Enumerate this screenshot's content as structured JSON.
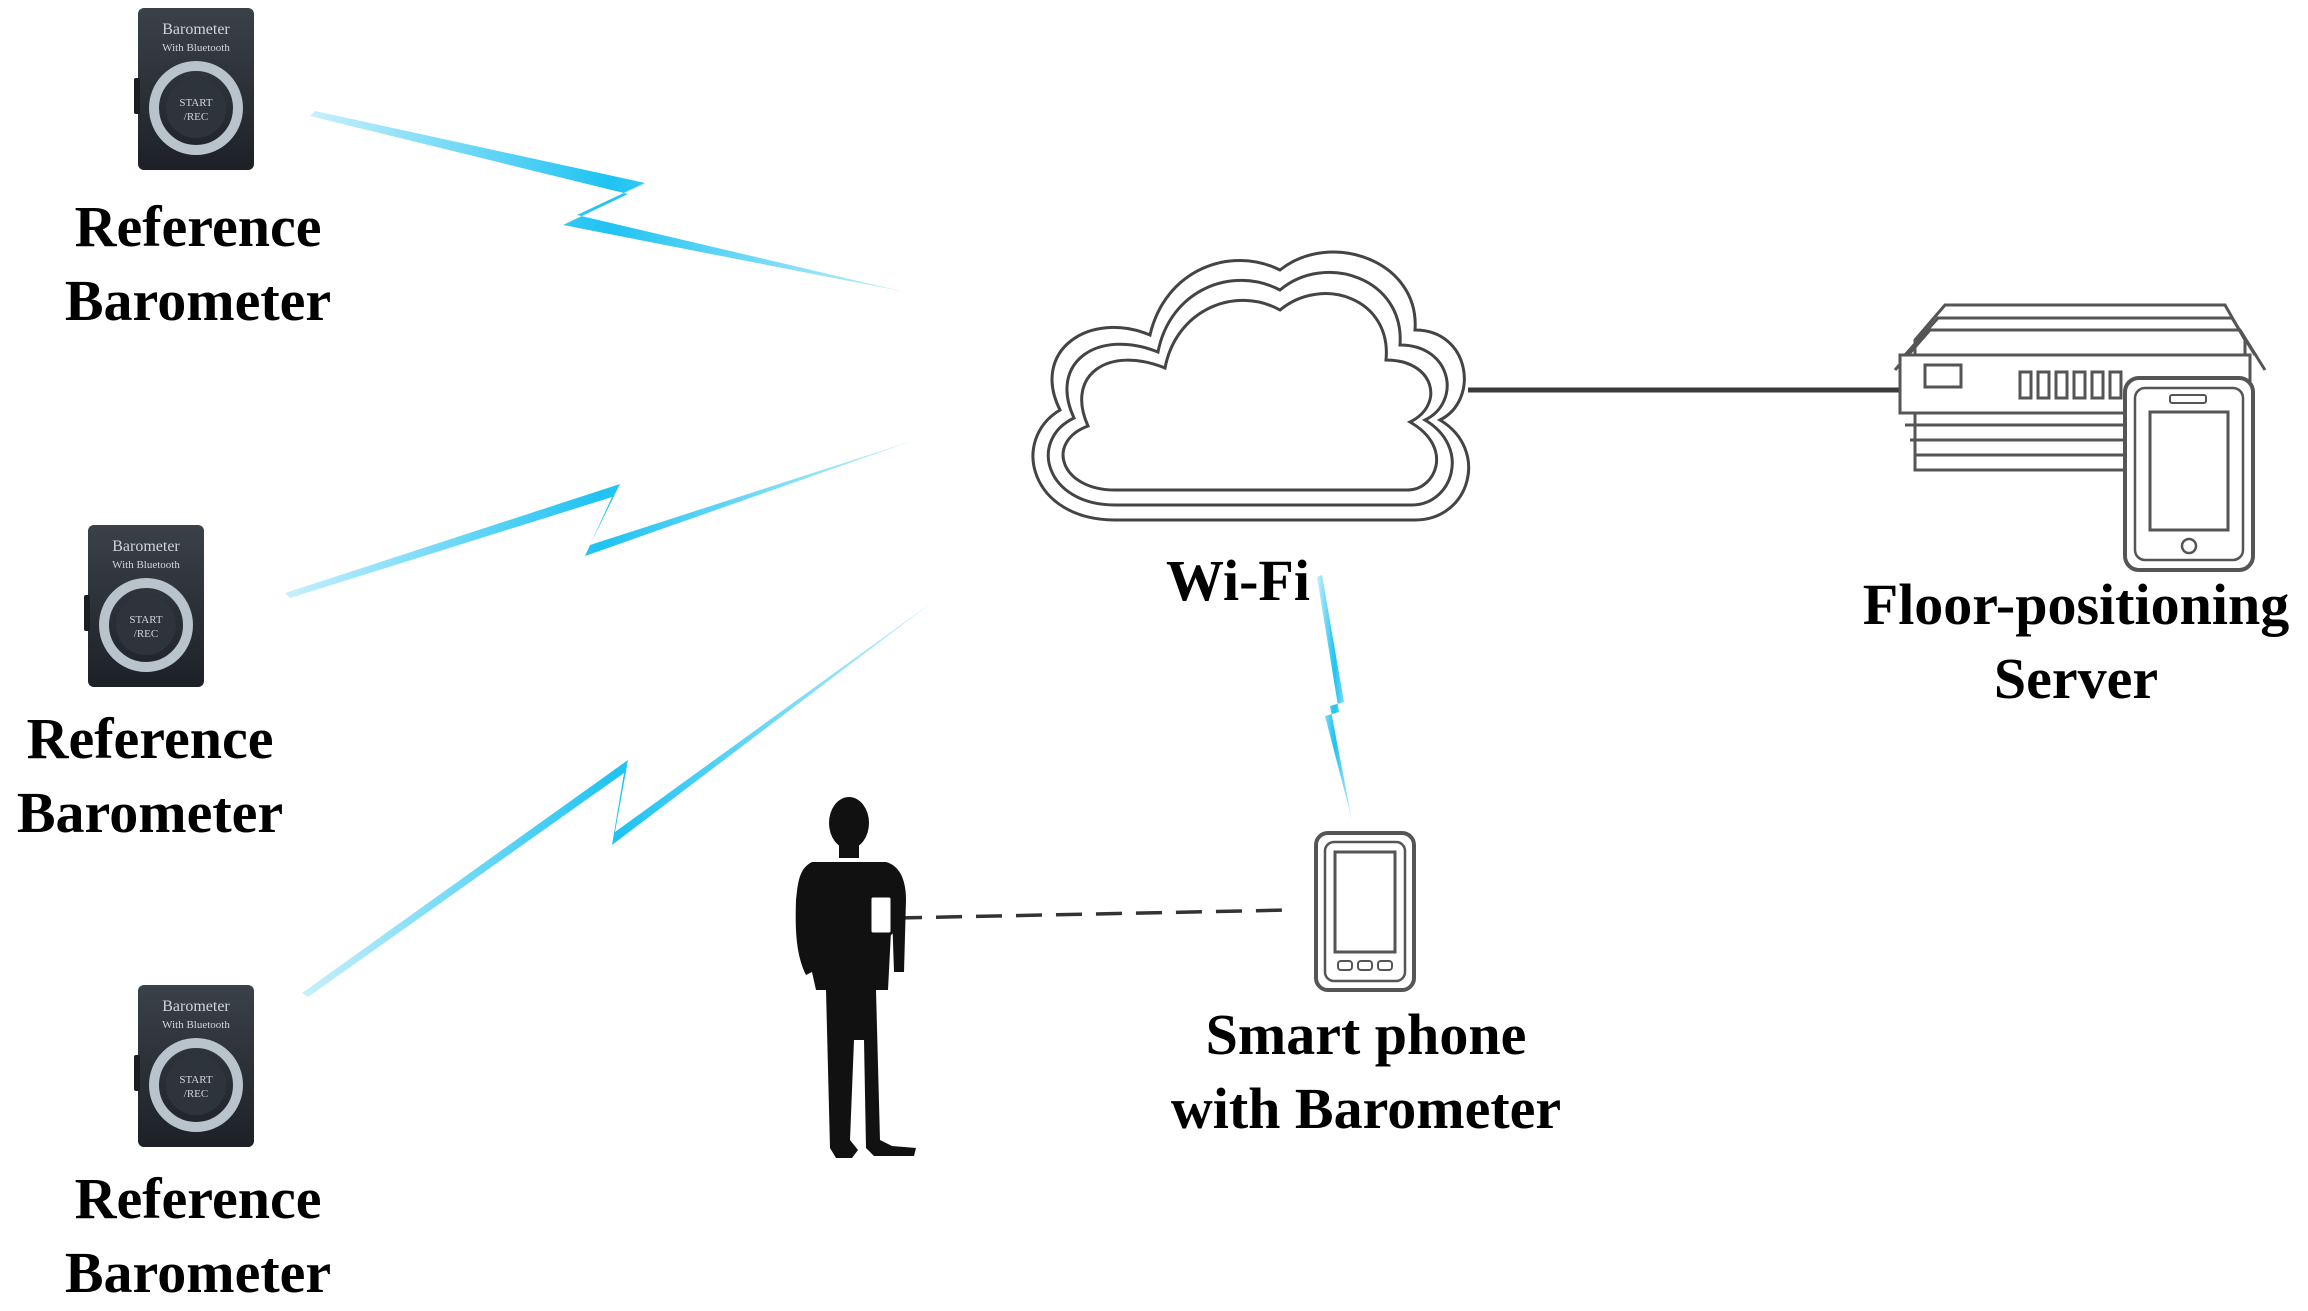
{
  "diagram": {
    "reference_barometers": [
      {
        "device_title": "Barometer",
        "device_subtitle": "With Bluetooth",
        "button_line1": "START",
        "button_line2": "/REC",
        "label_line1": "Reference",
        "label_line2": "Barometer"
      },
      {
        "device_title": "Barometer",
        "device_subtitle": "With Bluetooth",
        "button_line1": "START",
        "button_line2": "/REC",
        "label_line1": "Reference",
        "label_line2": "Barometer"
      },
      {
        "device_title": "Barometer",
        "device_subtitle": "With Bluetooth",
        "button_line1": "START",
        "button_line2": "/REC",
        "label_line1": "Reference",
        "label_line2": "Barometer"
      }
    ],
    "wifi": {
      "label": "Wi-Fi"
    },
    "server": {
      "label_line1": "Floor-positioning",
      "label_line2": "Server"
    },
    "smartphone": {
      "label_line1": "Smart phone",
      "label_line2": "with Barometer"
    },
    "colors": {
      "wireless_link": "#1ec3f2",
      "wired_link": "#3a3a3a",
      "device_body": "#2b3036",
      "device_ring": "#b9c3cc",
      "silhouette": "#111111",
      "text": "#000000"
    },
    "icons": {
      "barometer": "barometer-device-icon",
      "cloud": "cloud-icon",
      "server": "server-icon",
      "phone": "smartphone-icon",
      "person": "person-silhouette-icon",
      "wireless": "lightning-bolt-icon"
    }
  }
}
